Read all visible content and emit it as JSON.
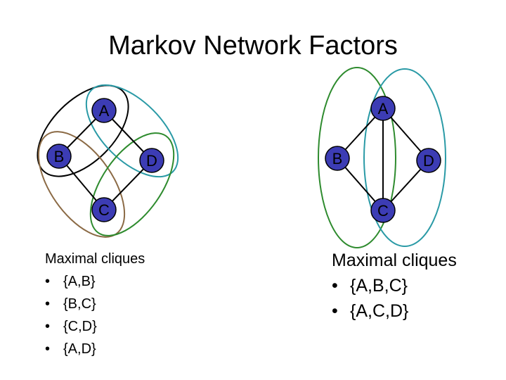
{
  "title": "Markov Network Factors",
  "left_graph": {
    "nodes": [
      {
        "id": "A",
        "label": "A"
      },
      {
        "id": "B",
        "label": "B"
      },
      {
        "id": "D",
        "label": "D"
      },
      {
        "id": "C",
        "label": "C"
      }
    ],
    "edges": [
      [
        "A",
        "B"
      ],
      [
        "A",
        "D"
      ],
      [
        "B",
        "C"
      ],
      [
        "D",
        "C"
      ]
    ],
    "heading": "Maximal cliques",
    "cliques": [
      "{A,B}",
      "{B,C}",
      "{C,D}",
      "{A,D}"
    ]
  },
  "right_graph": {
    "nodes": [
      {
        "id": "A",
        "label": "A"
      },
      {
        "id": "B",
        "label": "B"
      },
      {
        "id": "D",
        "label": "D"
      },
      {
        "id": "C",
        "label": "C"
      }
    ],
    "edges": [
      [
        "A",
        "B"
      ],
      [
        "A",
        "D"
      ],
      [
        "B",
        "C"
      ],
      [
        "D",
        "C"
      ],
      [
        "A",
        "C"
      ]
    ],
    "heading": "Maximal cliques",
    "cliques": [
      "{A,B,C}",
      "{A,C,D}"
    ]
  },
  "colors": {
    "node_fill": "#3c3cb4",
    "clique_black": "#000000",
    "clique_teal": "#2a9aa6",
    "clique_brown": "#8b6a45",
    "clique_green": "#2e8b2e"
  },
  "bullet_symbol": "•"
}
